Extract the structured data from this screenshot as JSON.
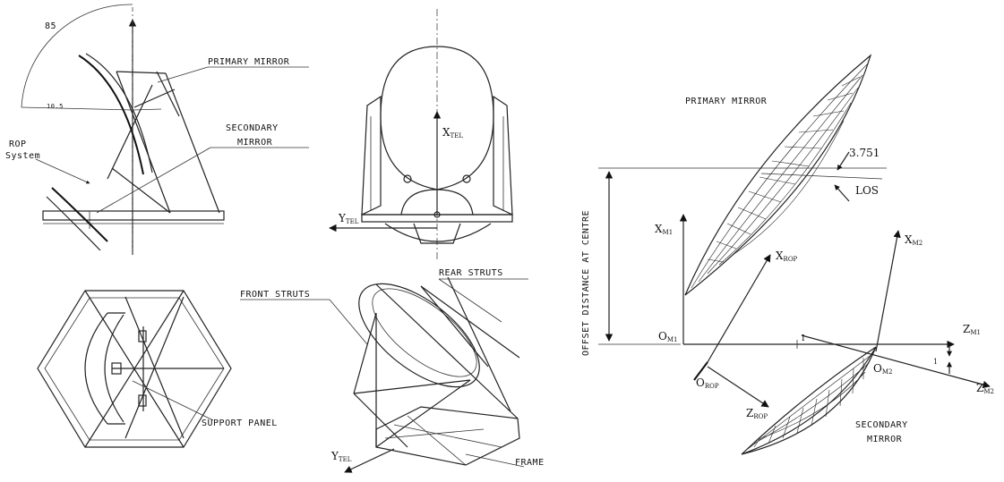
{
  "labels": {
    "angle_85": "85",
    "angle_small": "10.5",
    "primary_mirror_left": "PRIMARY MIRROR",
    "secondary_mirror_1": "SECONDARY",
    "secondary_mirror_2": "MIRROR",
    "rop_1": "ROP",
    "rop_2": "System",
    "x_tel": "X",
    "x_tel_sub": "TEL",
    "y_tel_top": "Y",
    "y_tel_top_sub": "TEL",
    "front_struts": "FRONT STRUTS",
    "rear_struts": "REAR STRUTS",
    "support_panel": "SUPPORT PANEL",
    "y_tel_bottom": "Y",
    "y_tel_bottom_sub": "TEL",
    "frame": "FRAME",
    "primary_mirror_right": "PRIMARY MIRROR",
    "angle_3751": "3.751",
    "los": "LOS",
    "offset_distance": "OFFSET DISTANCE AT CENTRE",
    "x_m1": "X",
    "x_m1_sub": "M1",
    "x_rop": "X",
    "x_rop_sub": "ROP",
    "x_m2": "X",
    "x_m2_sub": "M2",
    "o_m1": "O",
    "o_m1_sub": "M1",
    "i_mark": "I",
    "z_m1": "Z",
    "z_m1_sub": "M1",
    "one_mark": "1",
    "o_m2": "O",
    "o_m2_sub": "M2",
    "z_m2": "Z",
    "z_m2_sub": "M2",
    "o_rop": "O",
    "o_rop_sub": "ROP",
    "z_rop": "Z",
    "z_rop_sub": "ROP",
    "secondary_mirror_right_1": "SECONDARY",
    "secondary_mirror_right_2": "MIRROR"
  },
  "colors": {
    "ink": "#111111",
    "background": "#ffffff"
  }
}
